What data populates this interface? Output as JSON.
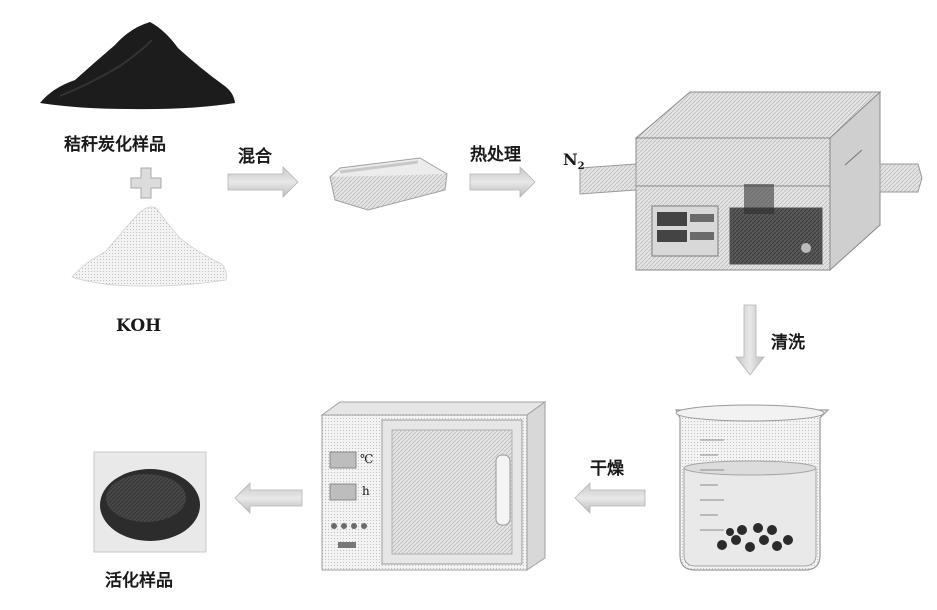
{
  "labels": {
    "biochar": "秸秆炭化样品",
    "koh": "KOH",
    "mixing": "混合",
    "heat_treatment": "热处理",
    "n2": "N",
    "n2_sub": "2",
    "washing": "清洗",
    "drying": "干燥",
    "activated": "活化样品",
    "oven_temp_unit": "℃",
    "oven_time_unit": "h"
  },
  "icons": {
    "biochar": "black-powder-pile-icon",
    "koh": "white-powder-pile-icon",
    "boat": "crucible-boat-icon",
    "furnace": "tube-furnace-icon",
    "beaker": "beaker-icon",
    "oven": "drying-oven-icon",
    "activated": "activated-carbon-photo-icon"
  }
}
